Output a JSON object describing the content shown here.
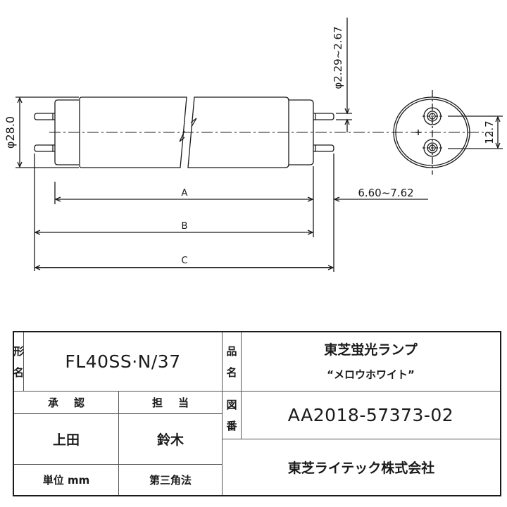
{
  "drawing": {
    "dimensions": {
      "diameter_tube": "φ28.0",
      "pin_diameter": "φ2.29~2.67",
      "pin_spacing": "12.7",
      "pin_length": "6.60~7.62",
      "length_a": "A",
      "length_b": "B",
      "length_c": "C"
    },
    "views": [
      "side-view",
      "end-view"
    ]
  },
  "title_block": {
    "model_label": [
      "形",
      "名"
    ],
    "model_value": "FL40SS·N/37",
    "product_label": [
      "品",
      "名"
    ],
    "product_name": "東芝蛍光ランプ",
    "product_subname": "“メロウホワイト”",
    "drawing_no_label": [
      "図",
      "番"
    ],
    "drawing_no": "AA2018-57373-02",
    "approval_label": "承認",
    "approval_value": "上田",
    "charge_label": "担当",
    "charge_value": "鈴木",
    "unit": "単位 mm",
    "projection": "第三角法",
    "company": "東芝ライテック株式会社"
  }
}
